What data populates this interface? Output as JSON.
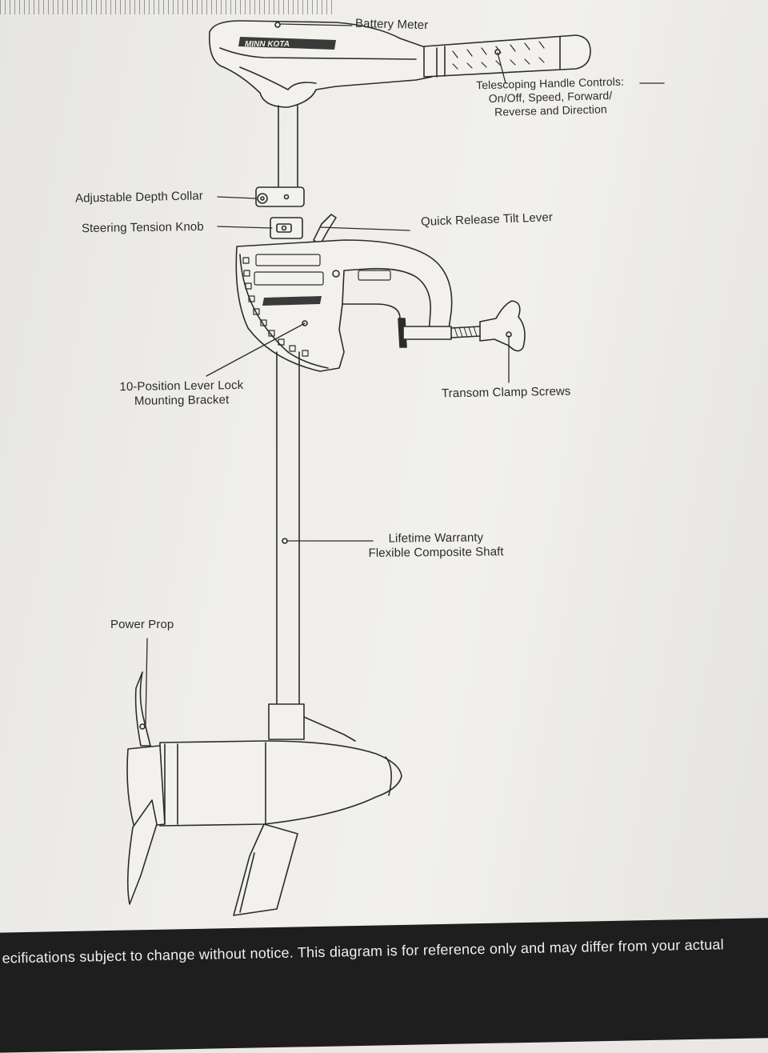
{
  "labels": {
    "battery_meter": "Battery Meter",
    "handle_line1": "Telescoping Handle Controls:",
    "handle_line2": "On/Off, Speed, Forward/",
    "handle_line3": "Reverse and Direction",
    "depth_collar": "Adjustable Depth Collar",
    "steering_knob": "Steering Tension Knob",
    "tilt_lever": "Quick Release Tilt Lever",
    "bracket_line1": "10-Position Lever Lock",
    "bracket_line2": "Mounting Bracket",
    "clamp_screws": "Transom Clamp Screws",
    "shaft_line1": "Lifetime Warranty",
    "shaft_line2": "Flexible Composite Shaft",
    "power_prop": "Power Prop"
  },
  "brand": "MINN KOTA",
  "footer": {
    "text": "ecifications subject to change without notice. This diagram is for reference only and may differ from your actual"
  }
}
